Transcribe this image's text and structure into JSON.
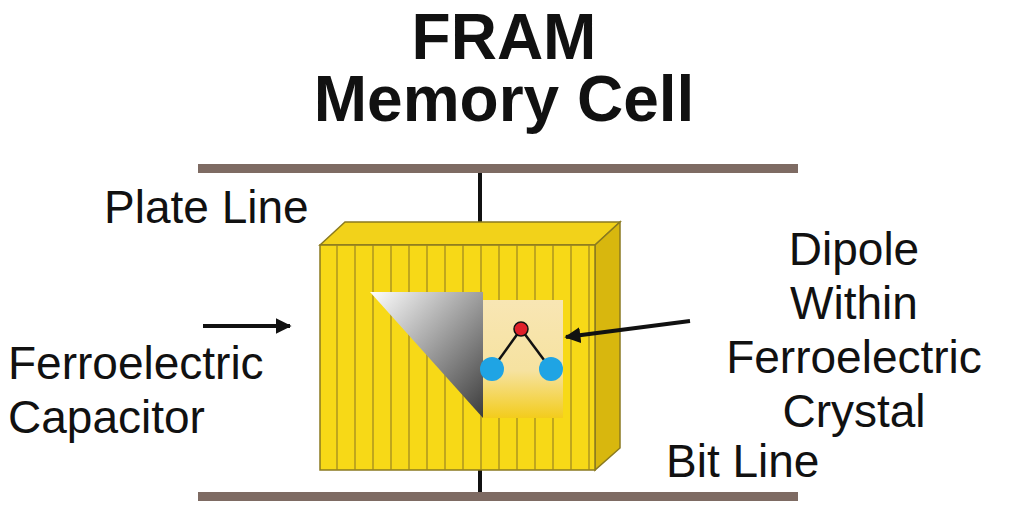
{
  "diagram": {
    "title": "FRAM Memory Cell",
    "labels": [
      "Plate Line",
      "Ferroelectric Capacitor",
      "Dipole Within Ferroelectric Crystal",
      "Bit Line"
    ]
  }
}
